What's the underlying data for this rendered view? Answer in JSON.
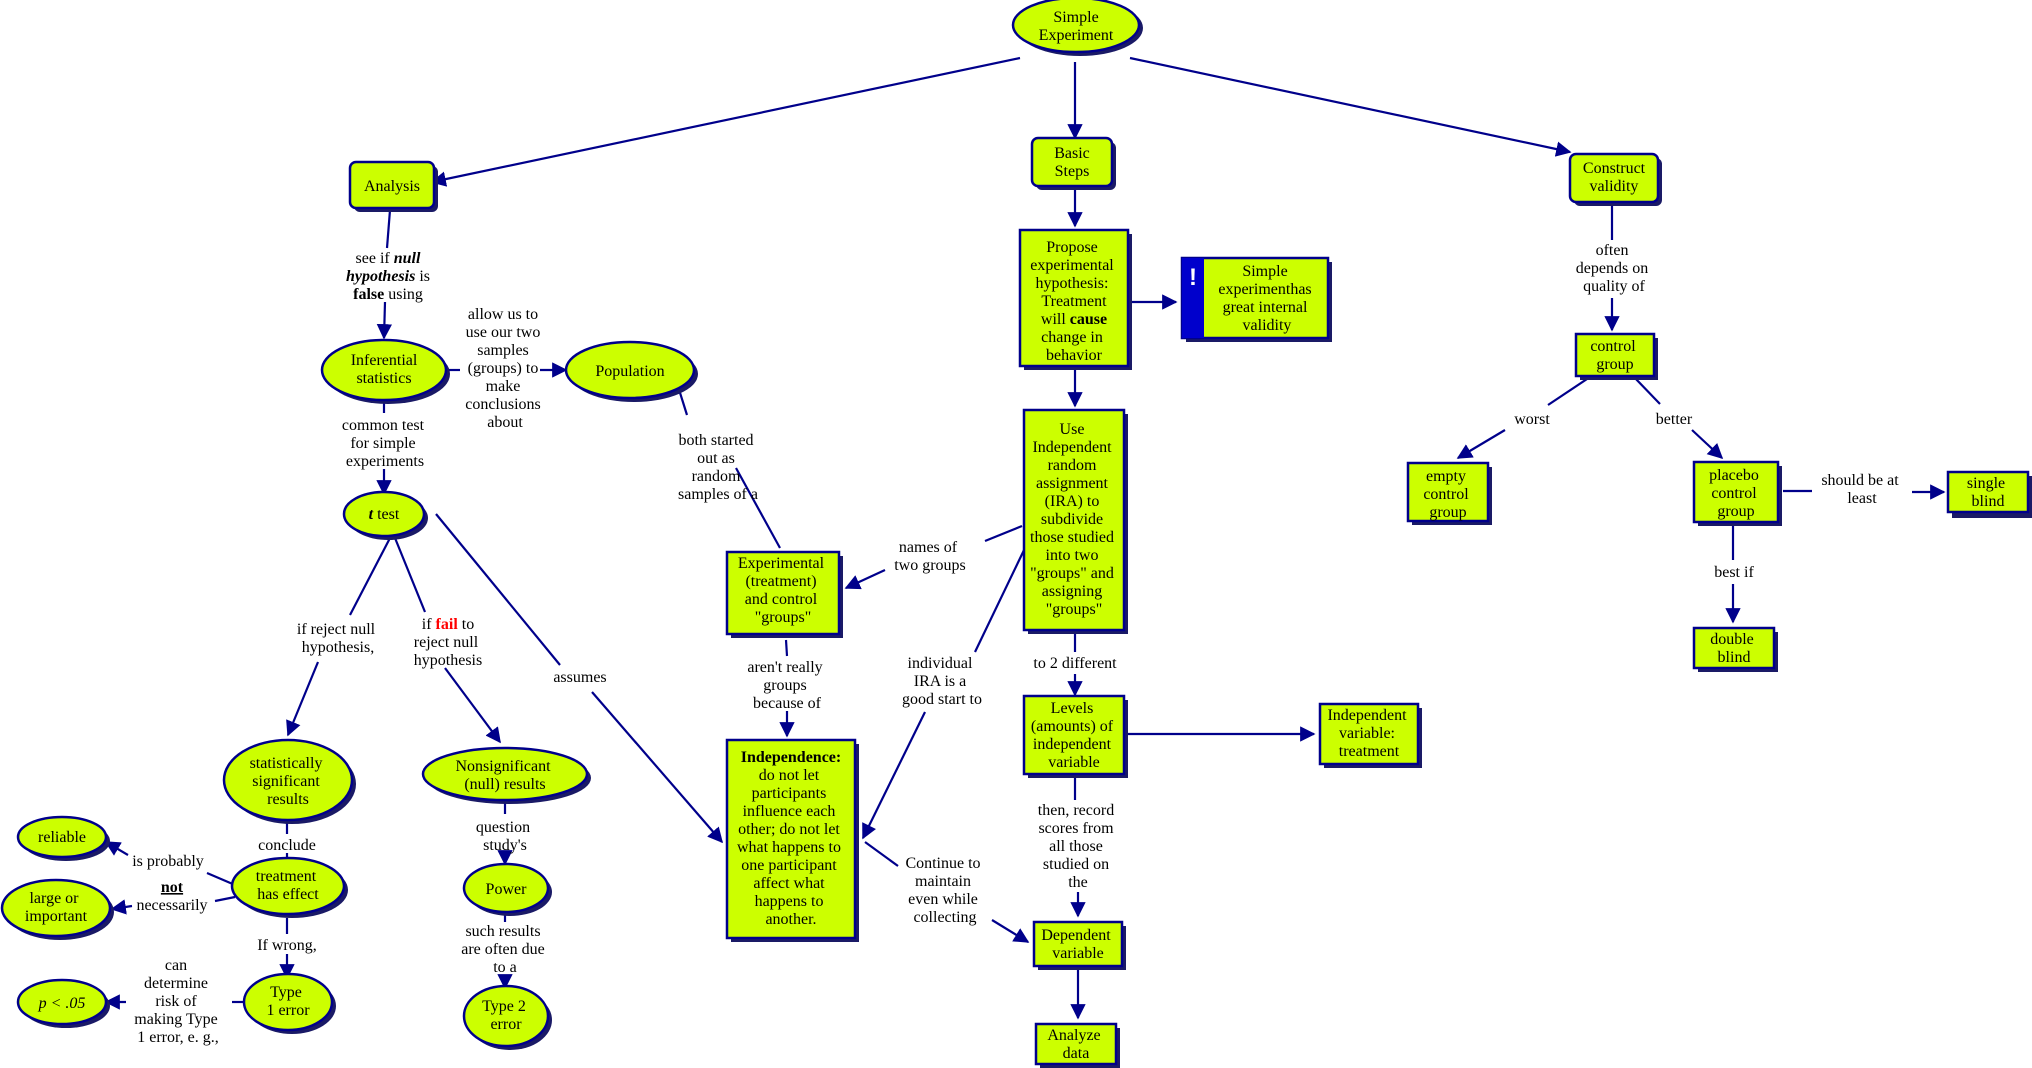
{
  "colors": {
    "node_fill": "#ccff00",
    "node_stroke": "#00008b",
    "shadow": "#1a1a66",
    "edge": "#00008b",
    "highlight_red": "#ff0000"
  },
  "nodes": {
    "simple_experiment": [
      "Simple",
      "Experiment"
    ],
    "analysis": [
      "Analysis"
    ],
    "basic_steps": [
      "Basic",
      "Steps"
    ],
    "construct_validity": [
      "Construct",
      "validity"
    ],
    "inferential_statistics": [
      "Inferential",
      "statistics"
    ],
    "population": [
      "Population"
    ],
    "t_test_italic": "t",
    "t_test_rest": " test",
    "propose_hypothesis": [
      "Propose",
      "experimental",
      "hypothesis:",
      "Treatment"
    ],
    "propose_will": "will ",
    "propose_cause": "cause",
    "propose_hypothesis_end": [
      "change in",
      "behavior"
    ],
    "internal_validity_note": [
      "Simple",
      "experimenthas",
      "great internal",
      "validity"
    ],
    "alert_mark": "!",
    "use_ira": [
      "Use",
      "Independent",
      "random",
      "assignment",
      "(IRA) to",
      "subdivide",
      "those studied",
      "into two",
      "\"groups\" and",
      "assigning",
      "\"groups\""
    ],
    "experimental_groups": [
      "Experimental",
      "(treatment)",
      "and control",
      "\"groups\""
    ],
    "independence_title": "Independence:",
    "independence_body": [
      "do not let",
      "participants",
      "influence each",
      "other; do not let",
      "what happens to",
      "one participant",
      "affect what",
      "happens to",
      "another."
    ],
    "levels": [
      "Levels",
      "(amounts) of",
      "independent",
      "variable"
    ],
    "independent_variable": [
      "Independent",
      "variable:",
      "treatment"
    ],
    "dependent_variable": [
      "Dependent",
      "variable"
    ],
    "analyze_data": [
      "Analyze",
      "data"
    ],
    "statistically_significant": [
      "statistically",
      "significant",
      "results"
    ],
    "nonsignificant": [
      "Nonsignificant",
      "(null) results"
    ],
    "treatment_effect": [
      "treatment",
      "has effect"
    ],
    "reliable": [
      "reliable"
    ],
    "large_important": [
      "large or",
      "important"
    ],
    "type1_error": [
      "Type",
      "1 error"
    ],
    "p_value": "p < .05",
    "power": [
      "Power"
    ],
    "type2_error": [
      "Type 2",
      "error"
    ],
    "control_group": [
      "control",
      "group"
    ],
    "empty_control": [
      "empty",
      "control",
      "group"
    ],
    "placebo_control": [
      "placebo",
      "control",
      "group"
    ],
    "single_blind": [
      "single",
      "blind"
    ],
    "double_blind": [
      "double",
      "blind"
    ]
  },
  "links": {
    "see_if_pre": "see if ",
    "see_if_null": "null",
    "see_if_hyp": "hypothesis",
    "see_if_is": " is",
    "see_if_false": "false",
    "see_if_using": " using",
    "allow_us": [
      "allow us to",
      "use our two",
      "samples",
      "(groups) to",
      "make",
      "conclusions",
      "about"
    ],
    "common_test": [
      "common test",
      "for simple",
      "experiments"
    ],
    "if_reject": [
      "if reject null",
      "hypothesis,"
    ],
    "if_fail_pre": "if ",
    "if_fail_red": "fail",
    "if_fail_post": " to",
    "if_fail_rest": [
      "reject null",
      "hypothesis"
    ],
    "assumes": "assumes",
    "both_started": [
      "both started",
      "out as",
      "random",
      "samples of  a"
    ],
    "names_of": [
      "names of",
      "two groups"
    ],
    "arent_really": [
      "aren't really",
      "groups",
      "because of"
    ],
    "individual_ira": [
      "individual",
      "IRA is a",
      "good start to"
    ],
    "to_2_different": "to 2 different",
    "then_record": [
      "then, record",
      "scores from",
      "all those",
      "studied on",
      "the"
    ],
    "continue_to": [
      "Continue to",
      "maintain",
      "even while",
      "collecting"
    ],
    "conclude": "conclude",
    "is_probably": "is probably",
    "not_red": "not",
    "necessarily": "necessarily",
    "if_wrong": "If wrong,",
    "can_determine": [
      "can",
      "determine",
      "risk of",
      "making Type",
      "1 error, e. g.,"
    ],
    "question_study": [
      "question",
      "study's"
    ],
    "such_results": [
      "such results",
      "are often due",
      "to a"
    ],
    "often_depends": [
      "often",
      "depends on",
      "quality of"
    ],
    "worst": "worst",
    "better": "better",
    "should_be": [
      "should be at",
      "least"
    ],
    "best_if": "best if"
  }
}
